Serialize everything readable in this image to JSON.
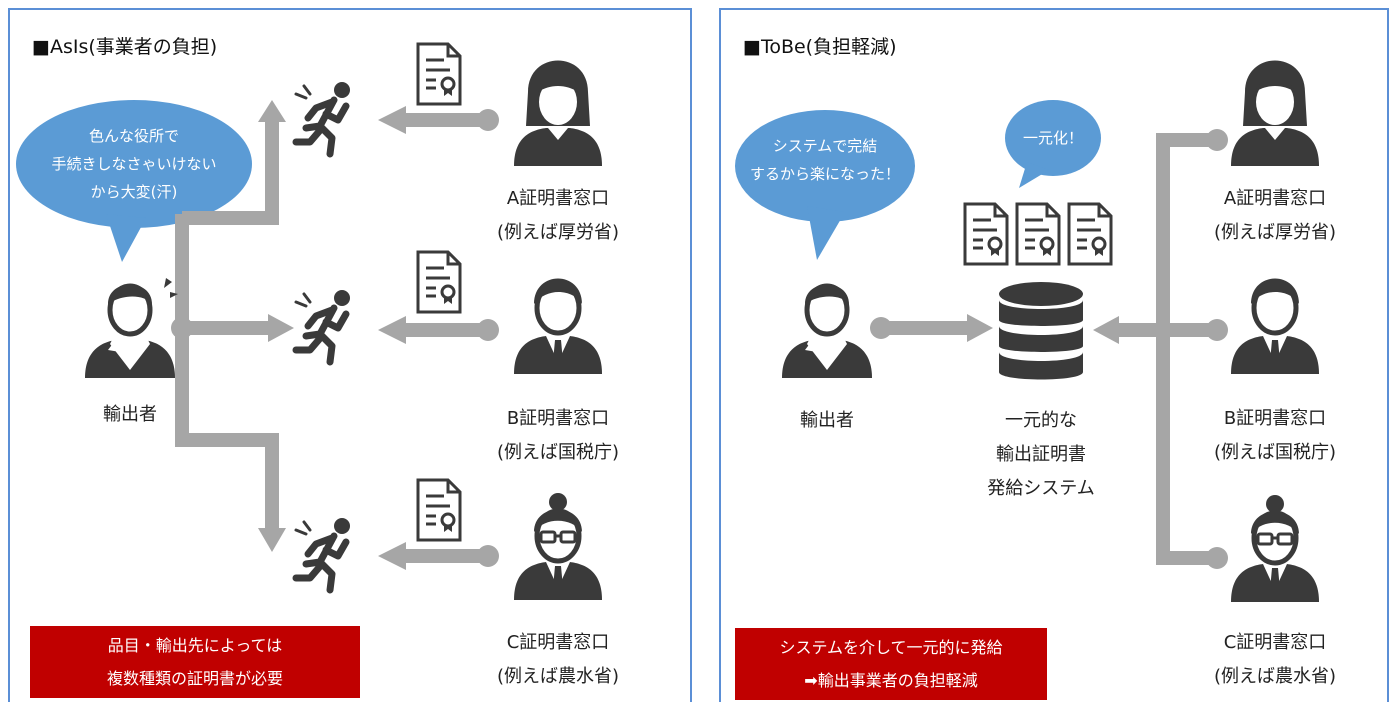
{
  "left": {
    "title": "■AsIs(事業者の負担)",
    "bubble": [
      "色んな役所で",
      "手続きしなさゃいけない",
      "から大変(汗)"
    ],
    "exporter": "輸出者",
    "offices": [
      {
        "name": "A証明書窓口",
        "example": "(例えば厚労省)"
      },
      {
        "name": "B証明書窓口",
        "example": "(例えば国税庁)"
      },
      {
        "name": "C証明書窓口",
        "example": "(例えば農水省)"
      }
    ],
    "note": [
      "品目・輸出先によっては",
      "複数種類の証明書が必要"
    ]
  },
  "right": {
    "title": "■ToBe(負担軽減)",
    "bubble": [
      "システムで完結",
      "するから楽になった！"
    ],
    "bubble_small": "一元化！",
    "exporter": "輸出者",
    "system": [
      "一元的な",
      "輸出証明書",
      "発給システム"
    ],
    "offices": [
      {
        "name": "A証明書窓口",
        "example": "(例えば厚労省)"
      },
      {
        "name": "B証明書窓口",
        "example": "(例えば国税庁)"
      },
      {
        "name": "C証明書窓口",
        "example": "(例えば農水省)"
      }
    ],
    "note": [
      "システムを介して一元的に発給",
      "➡輸出事業者の負担軽減"
    ]
  },
  "colors": {
    "border": "#5b8fd6",
    "bubble": "#5b9bd5",
    "arrow": "#a6a6a6",
    "icon": "#3a3a3a",
    "red": "#c00000"
  }
}
